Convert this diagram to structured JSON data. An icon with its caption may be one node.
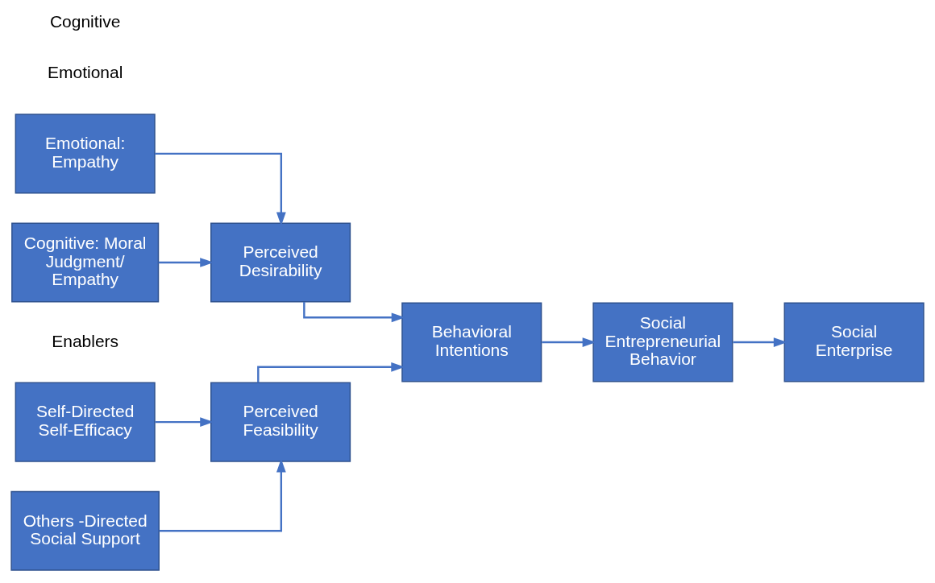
{
  "diagram": {
    "nodes": [
      {
        "text": [
          "Emotional: Empathy"
        ]
      },
      {
        "text": [
          "Cognitive: Moral Judgment/ Empathy"
        ]
      },
      {
        "text": [
          "Perceived Desirability"
        ]
      },
      {
        "text": [
          "Self-Directed Self-Efficacy"
        ]
      },
      {
        "text": [
          "Others -Directed Social Support"
        ]
      },
      {
        "text": [
          "Perceived Feasibility"
        ]
      },
      {
        "text": [
          "Behavioral Intentions"
        ]
      },
      {
        "text": [
          "Social Entrepreneurial Behavior"
        ]
      },
      {
        "text": [
          "Social Enterprise"
        ]
      }
    ],
    "edges": [
      {
        "from": 0,
        "to": 2,
        "arrow": "to"
      },
      {
        "from": 1,
        "to": 2,
        "arrow": "to"
      },
      {
        "from": 3,
        "to": 5,
        "arrow": "to"
      },
      {
        "from": 4,
        "to": 5,
        "arrow": "to"
      },
      {
        "from": 2,
        "to": 6,
        "arrow": "to"
      },
      {
        "from": 5,
        "to": 6,
        "arrow": "to"
      },
      {
        "from": 6,
        "to": 7,
        "arrow": "to"
      },
      {
        "from": 7,
        "to": 8,
        "arrow": "to"
      }
    ],
    "labels": [
      "Cognitive",
      "Emotional",
      "Enablers"
    ]
  }
}
